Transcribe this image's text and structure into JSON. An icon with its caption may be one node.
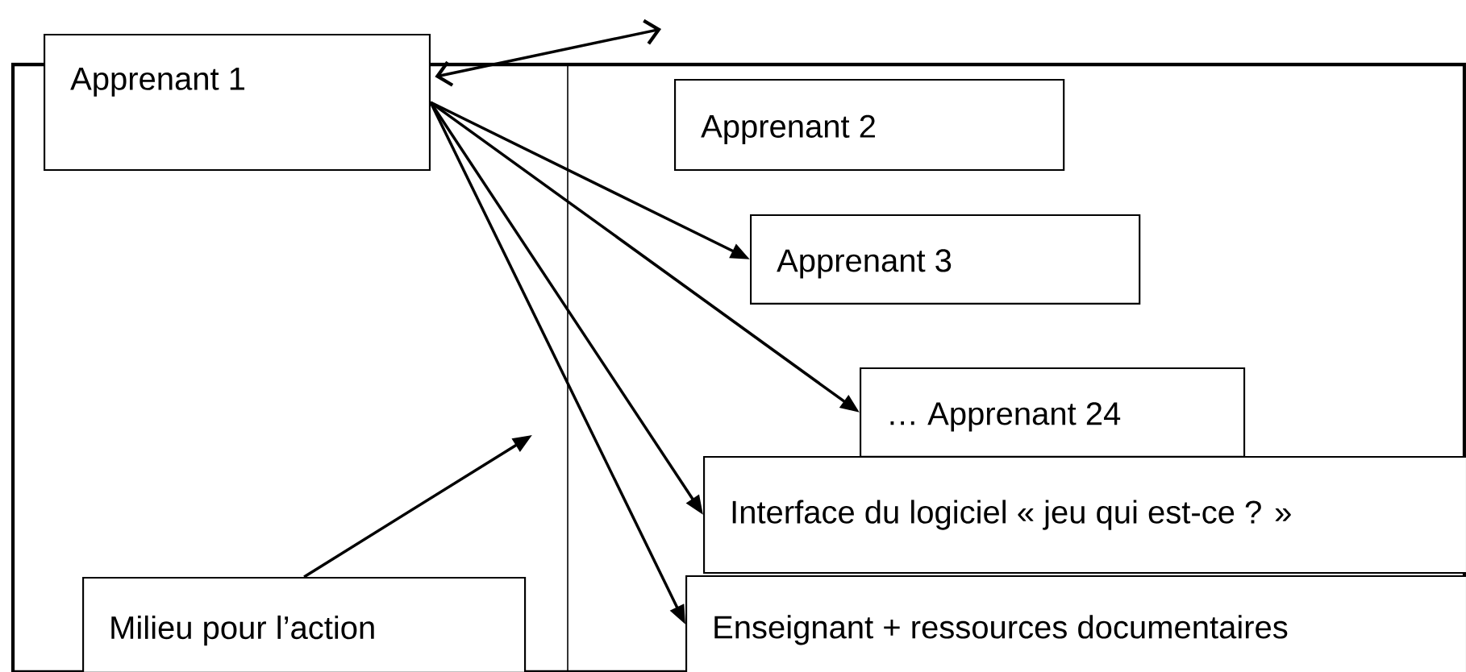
{
  "diagram": {
    "nodes": [
      {
        "text": [
          "Apprenant 1"
        ]
      },
      {
        "text": [
          "Apprenant 2"
        ]
      },
      {
        "text": [
          "Apprenant 3"
        ]
      },
      {
        "text": [
          "… Apprenant 24"
        ]
      },
      {
        "text": [
          "Interface du logiciel « jeu qui est-ce ? »"
        ]
      },
      {
        "text": [
          "Enseignant + ressources documentaires"
        ]
      },
      {
        "text": [
          "Milieu pour l’action"
        ]
      }
    ],
    "edges": [
      {
        "from": 0,
        "to": null,
        "arrow": "both"
      },
      {
        "from": 0,
        "to": 2,
        "arrow": "to"
      },
      {
        "from": 0,
        "to": 3,
        "arrow": "to"
      },
      {
        "from": 0,
        "to": 4,
        "arrow": "to"
      },
      {
        "from": 0,
        "to": 5,
        "arrow": "to"
      },
      {
        "from": 6,
        "to": null,
        "arrow": "to"
      }
    ]
  }
}
